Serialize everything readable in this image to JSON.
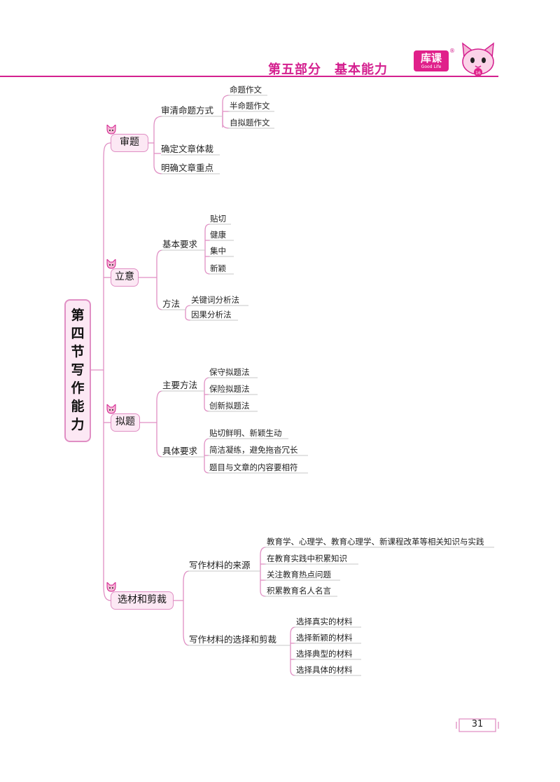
{
  "header": {
    "title": "第五部分　基本能力",
    "logo_text": "库课",
    "logo_subtext": "Good Life",
    "logo_mark": "®",
    "mascot_badge": "16",
    "mascot_icon": "cat-mascot-icon"
  },
  "root": {
    "label": "第四节\n写\n作\n能\n力"
  },
  "categories": [
    {
      "label": "审题",
      "subs": [
        {
          "label": "审清命题方式",
          "leaves": [
            "命题作文",
            "半命题作文",
            "自拟题作文"
          ]
        },
        {
          "label": "确定文章体裁",
          "leaves": []
        },
        {
          "label": "明确文章重点",
          "leaves": []
        }
      ]
    },
    {
      "label": "立意",
      "subs": [
        {
          "label": "基本要求",
          "leaves": [
            "贴切",
            "健康",
            "集中",
            "新颖"
          ]
        },
        {
          "label": "方法",
          "leaves": [
            "关键词分析法",
            "因果分析法"
          ]
        }
      ]
    },
    {
      "label": "拟题",
      "subs": [
        {
          "label": "主要方法",
          "leaves": [
            "保守拟题法",
            "保险拟题法",
            "创新拟题法"
          ]
        },
        {
          "label": "具体要求",
          "leaves": [
            "贴切鲜明、新颖生动",
            "简洁凝练，避免拖沓冗长",
            "题目与文章的内容要相符"
          ]
        }
      ]
    },
    {
      "label": "选材和剪裁",
      "subs": [
        {
          "label": "写作材料的来源",
          "leaves": [
            "教育学、心理学、教育心理学、新课程改革等相关知识与实践",
            "在教育实践中积累知识",
            "关注教育热点问题",
            "积累教育名人名言"
          ]
        },
        {
          "label": "写作材料的选择和剪裁",
          "leaves": [
            "选择真实的材料",
            "选择新颖的材料",
            "选择典型的材料",
            "选择具体的材料"
          ]
        }
      ]
    }
  ],
  "page_number": "31",
  "colors": {
    "accent": "#d4208f",
    "line": "#e08fc4",
    "node_fill": "#fce8f4",
    "underline": "#c7c7c7"
  }
}
